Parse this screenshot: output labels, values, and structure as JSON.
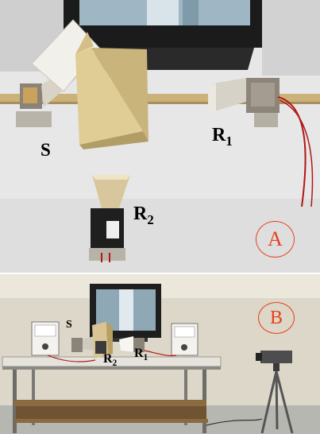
{
  "panel_a": {
    "badge": "A",
    "labels": {
      "source": "S",
      "r1_letter": "R",
      "r1_sub": "1",
      "r2_letter": "R",
      "r2_sub": "2"
    }
  },
  "panel_b": {
    "badge": "B",
    "labels": {
      "source": "S",
      "r2_letter": "R",
      "r2_sub": "2",
      "r1_letter": "R",
      "r1_sub": "1"
    }
  },
  "colors": {
    "badge_red": "#e8401c",
    "floor": "#e6e6e6",
    "wood_prism": "#d9c79a",
    "table_top": "#e4e1da"
  }
}
